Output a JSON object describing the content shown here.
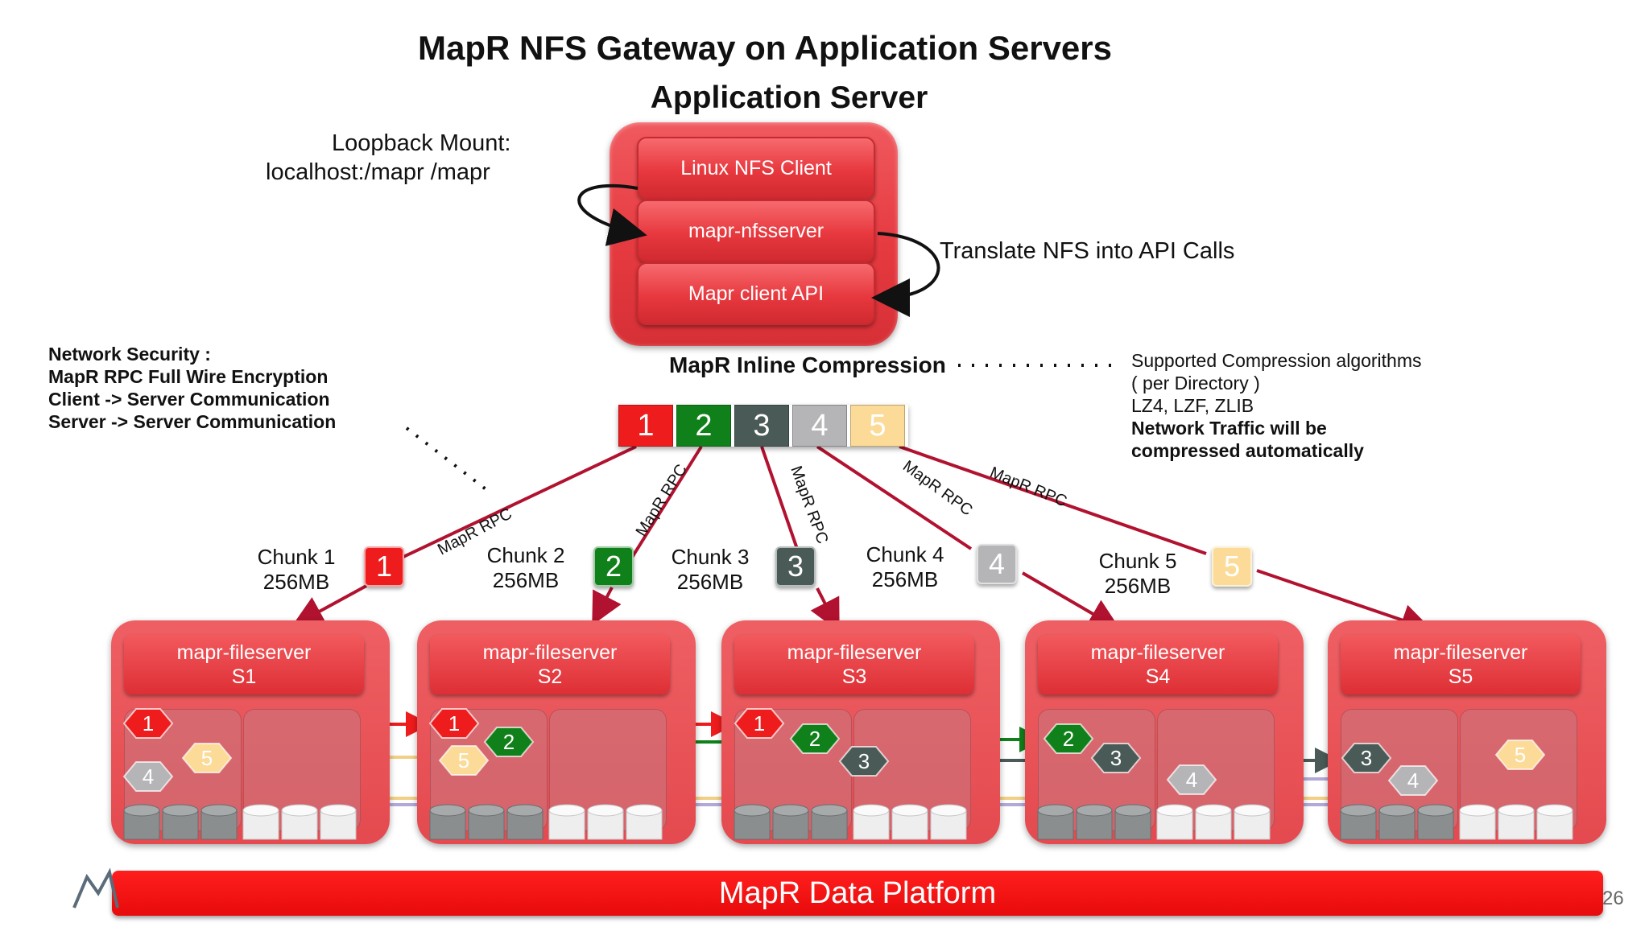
{
  "title": "MapR NFS Gateway on Application Servers",
  "app_server": {
    "label": "Application Server",
    "layers": [
      "Linux NFS Client",
      "mapr-nfsserver",
      "Mapr client API"
    ]
  },
  "loopback": {
    "line1": "Loopback Mount:",
    "line2": "localhost:/mapr /mapr"
  },
  "translate_label": "Translate NFS into API Calls",
  "security": {
    "line1": "Network Security :",
    "line2": "MapR RPC Full Wire Encryption",
    "line3": "Client -> Server Communication",
    "line4": "Server -> Server Communication"
  },
  "compression": {
    "title": "MapR Inline Compression",
    "algos_line1": "Supported Compression algorithms",
    "algos_line2": "( per Directory )",
    "algos_line3": "LZ4, LZF, ZLIB",
    "note_line1": "Network Traffic will be",
    "note_line2": "compressed automatically"
  },
  "rpc_label": "MapR RPC",
  "chunks": [
    {
      "num": "1",
      "name": "Chunk 1",
      "size": "256MB",
      "color": "#ee1c1c"
    },
    {
      "num": "2",
      "name": "Chunk 2",
      "size": "256MB",
      "color": "#10801a"
    },
    {
      "num": "3",
      "name": "Chunk 3",
      "size": "256MB",
      "color": "#495a57"
    },
    {
      "num": "4",
      "name": "Chunk 4",
      "size": "256MB",
      "color": "#b5b5b8"
    },
    {
      "num": "5",
      "name": "Chunk 5",
      "size": "256MB",
      "color": "#fbdb97"
    }
  ],
  "fileservers": [
    {
      "name": "mapr-fileserver",
      "id": "S1"
    },
    {
      "name": "mapr-fileserver",
      "id": "S2"
    },
    {
      "name": "mapr-fileserver",
      "id": "S3"
    },
    {
      "name": "mapr-fileserver",
      "id": "S4"
    },
    {
      "name": "mapr-fileserver",
      "id": "S5"
    }
  ],
  "platform": "MapR Data Platform",
  "page_number": "26"
}
